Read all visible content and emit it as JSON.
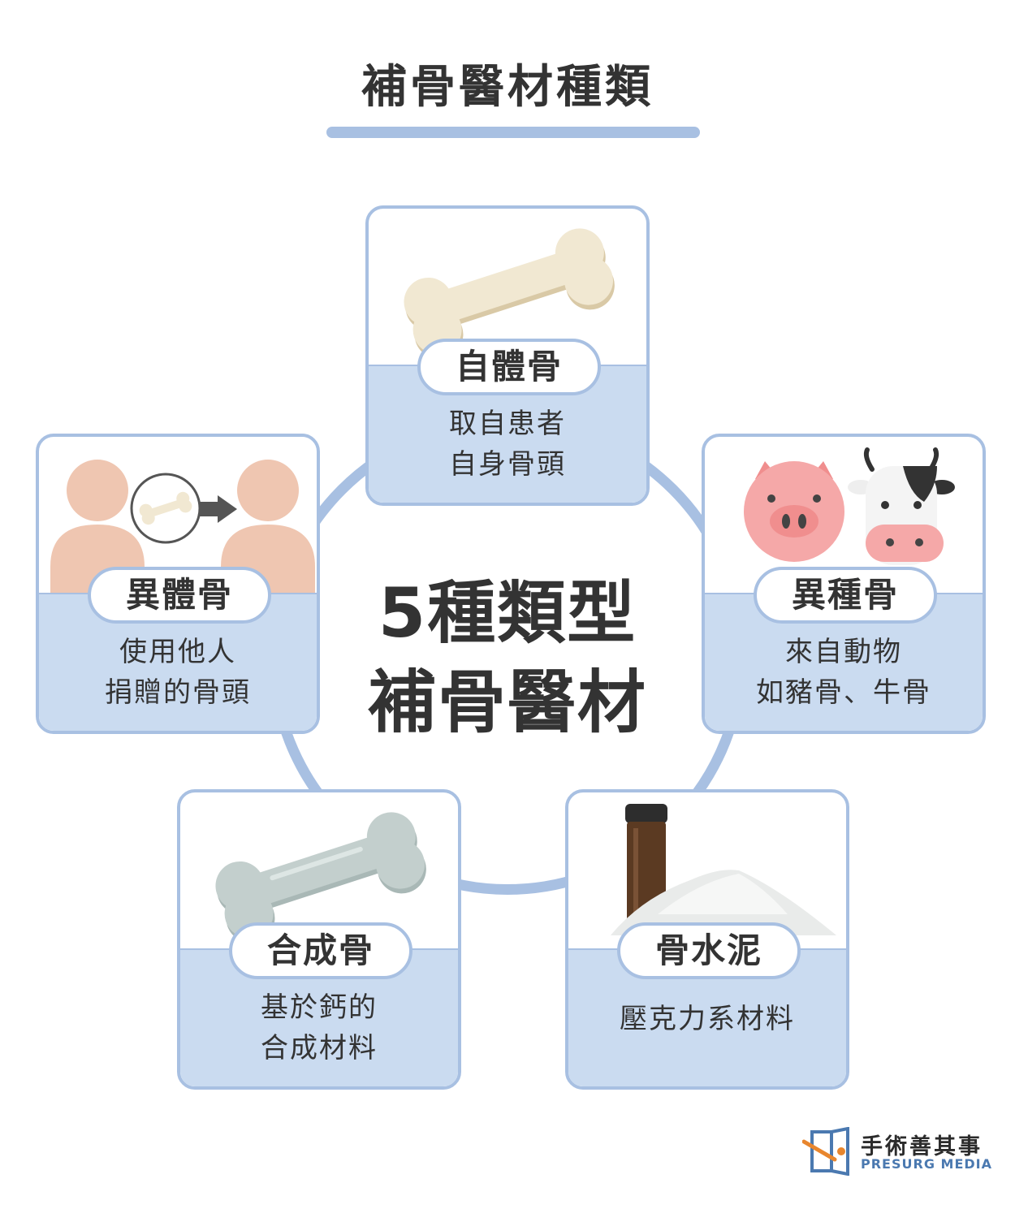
{
  "page": {
    "title": "補骨醫材種類"
  },
  "center": {
    "line1": "5種類型",
    "line2": "補骨醫材"
  },
  "cards": {
    "autograft": {
      "label": "自體骨",
      "desc": [
        "取自患者",
        "自身骨頭"
      ],
      "icon": "bone-icon"
    },
    "allograft": {
      "label": "異體骨",
      "desc": [
        "使用他人",
        "捐贈的骨頭"
      ],
      "icon": "donor-transfer-icon"
    },
    "xenograft": {
      "label": "異種骨",
      "desc": [
        "來自動物",
        "如豬骨、牛骨"
      ],
      "icon": "pig-cow-icon"
    },
    "synthetic": {
      "label": "合成骨",
      "desc": [
        "基於鈣的",
        "合成材料"
      ],
      "icon": "synthetic-bone-icon"
    },
    "cement": {
      "label": "骨水泥",
      "desc": [
        "壓克力系材料"
      ],
      "icon": "vial-powder-icon"
    }
  },
  "brand": {
    "name_cn": "手術善其事",
    "name_en": "PRESURG MEDIA"
  },
  "colors": {
    "accent": "#a8c0e2",
    "panel": "#cadbf0",
    "text": "#333333",
    "bone": "#f1e8d2",
    "skin": "#efc6b1",
    "pig": "#f5a8a8",
    "synthetic": "#c3cfcd",
    "vial": "#5b3a22",
    "brand_orange": "#e8862e",
    "brand_blue": "#4b79b0"
  }
}
